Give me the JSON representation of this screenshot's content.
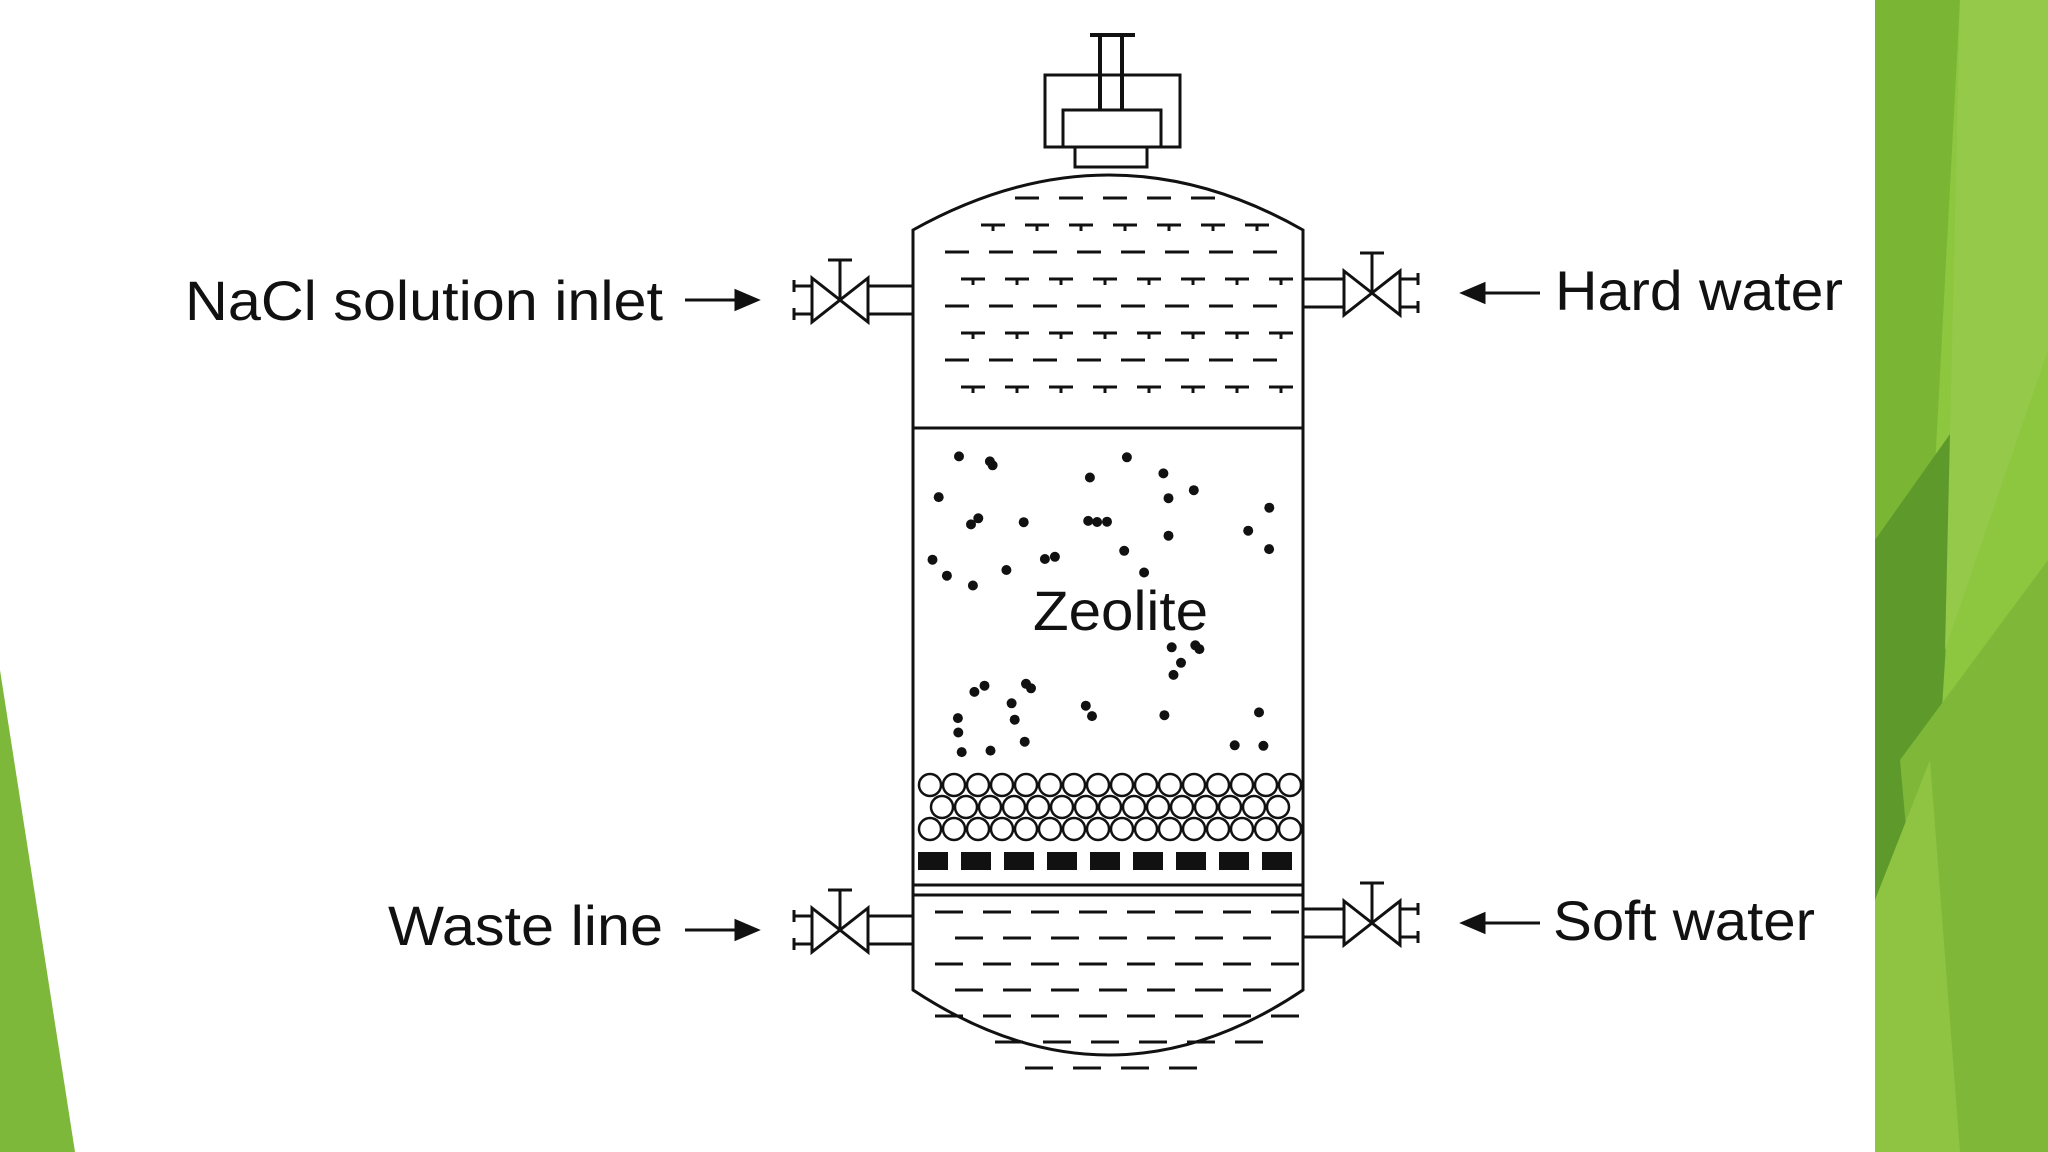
{
  "diagram": {
    "labels": {
      "nacl_inlet": "NaCl solution inlet",
      "hard_water": "Hard water",
      "zeolite": "Zeolite",
      "waste_line": "Waste line",
      "soft_water": "Soft water"
    }
  },
  "theme": {
    "accent_light": "#8dc63f",
    "accent_mid": "#7ab534",
    "accent_dark": "#5d9a2b",
    "ink": "#111111"
  }
}
